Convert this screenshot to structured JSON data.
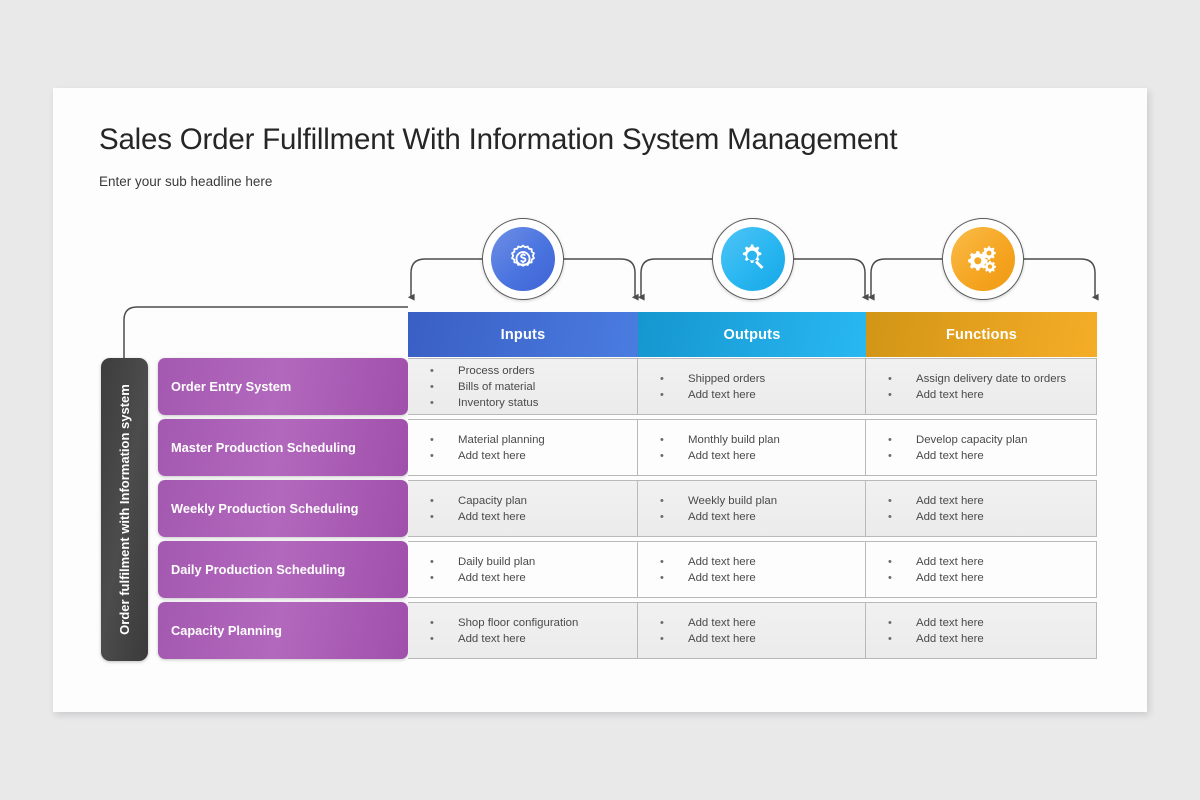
{
  "slide": {
    "title": "Sales Order Fulfillment With Information System Management",
    "subtitle": "Enter your sub headline here",
    "background_color": "#e9e9ea",
    "surface_color": "#fdfdfd"
  },
  "vertical_label": {
    "text": "Order fulfilment with Information system",
    "color": "#3d3d3d"
  },
  "badges": [
    {
      "icon": "gear-dollar-icon",
      "color": "#4a74df",
      "for_column": "Inputs"
    },
    {
      "icon": "gear-magnifier-icon",
      "color": "#29b6f0",
      "for_column": "Outputs"
    },
    {
      "icon": "gears-icon",
      "color": "#f5a623",
      "for_column": "Functions"
    }
  ],
  "columns": [
    {
      "label": "Inputs",
      "color": "#3a5fc4"
    },
    {
      "label": "Outputs",
      "color": "#1596cf"
    },
    {
      "label": "Functions",
      "color": "#d29516"
    }
  ],
  "rows": [
    {
      "label": "Order Entry System",
      "inputs": [
        "Process orders",
        "Bills of material",
        "Inventory status"
      ],
      "outputs": [
        "Shipped orders",
        "Add text here"
      ],
      "functions": [
        "Assign delivery date to orders",
        "Add text here"
      ]
    },
    {
      "label": "Master Production Scheduling",
      "inputs": [
        "Material planning",
        "Add text here"
      ],
      "outputs": [
        "Monthly build plan",
        "Add text here"
      ],
      "functions": [
        "Develop capacity plan",
        "Add text here"
      ]
    },
    {
      "label": "Weekly Production Scheduling",
      "inputs": [
        "Capacity plan",
        "Add text here"
      ],
      "outputs": [
        "Weekly build plan",
        "Add text here"
      ],
      "functions": [
        "Add text here",
        "Add text here"
      ]
    },
    {
      "label": "Daily Production Scheduling",
      "inputs": [
        "Daily build plan",
        "Add text here"
      ],
      "outputs": [
        "Add text here",
        "Add text here"
      ],
      "functions": [
        "Add text here",
        "Add text here"
      ]
    },
    {
      "label": "Capacity Planning",
      "inputs": [
        "Shop floor configuration",
        "Add text here"
      ],
      "outputs": [
        "Add text here",
        "Add text here"
      ],
      "functions": [
        "Add text here",
        "Add text here"
      ]
    }
  ],
  "row_label_color": "#a459b0",
  "connector_color": "#4d4d4d"
}
